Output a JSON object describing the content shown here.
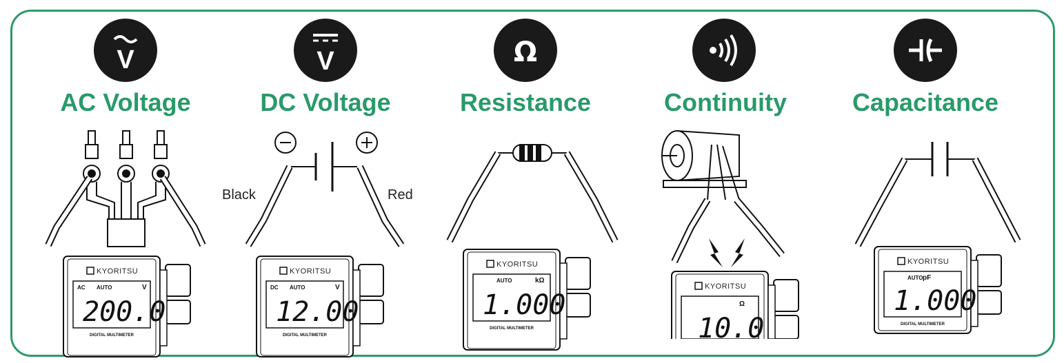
{
  "modes": [
    {
      "title": "AC Voltage",
      "icon": "ac-voltage-icon",
      "display": {
        "mode": "AC",
        "range": "AUTO",
        "unit": "V",
        "value": "200.0"
      }
    },
    {
      "title": "DC Voltage",
      "icon": "dc-voltage-icon",
      "labels": {
        "left": "Black",
        "right": "Red"
      },
      "display": {
        "mode": "DC",
        "range": "AUTO",
        "unit": "V",
        "value": "12.00"
      }
    },
    {
      "title": "Resistance",
      "icon": "ohm-icon",
      "display": {
        "range": "AUTO",
        "unit": "kΩ",
        "value": "1.000"
      }
    },
    {
      "title": "Continuity",
      "icon": "continuity-icon",
      "display": {
        "unit": "Ω",
        "value": "10.0"
      }
    },
    {
      "title": "Capacitance",
      "icon": "capacitance-icon",
      "display": {
        "range": "AUTO",
        "unit": "pF",
        "value": "1.000"
      }
    }
  ],
  "meter": {
    "brand": "KYORITSU",
    "footer": "DIGITAL MULTIMETER"
  },
  "colors": {
    "accent": "#2a9a6a",
    "icon_bg": "#1a1a1a"
  }
}
